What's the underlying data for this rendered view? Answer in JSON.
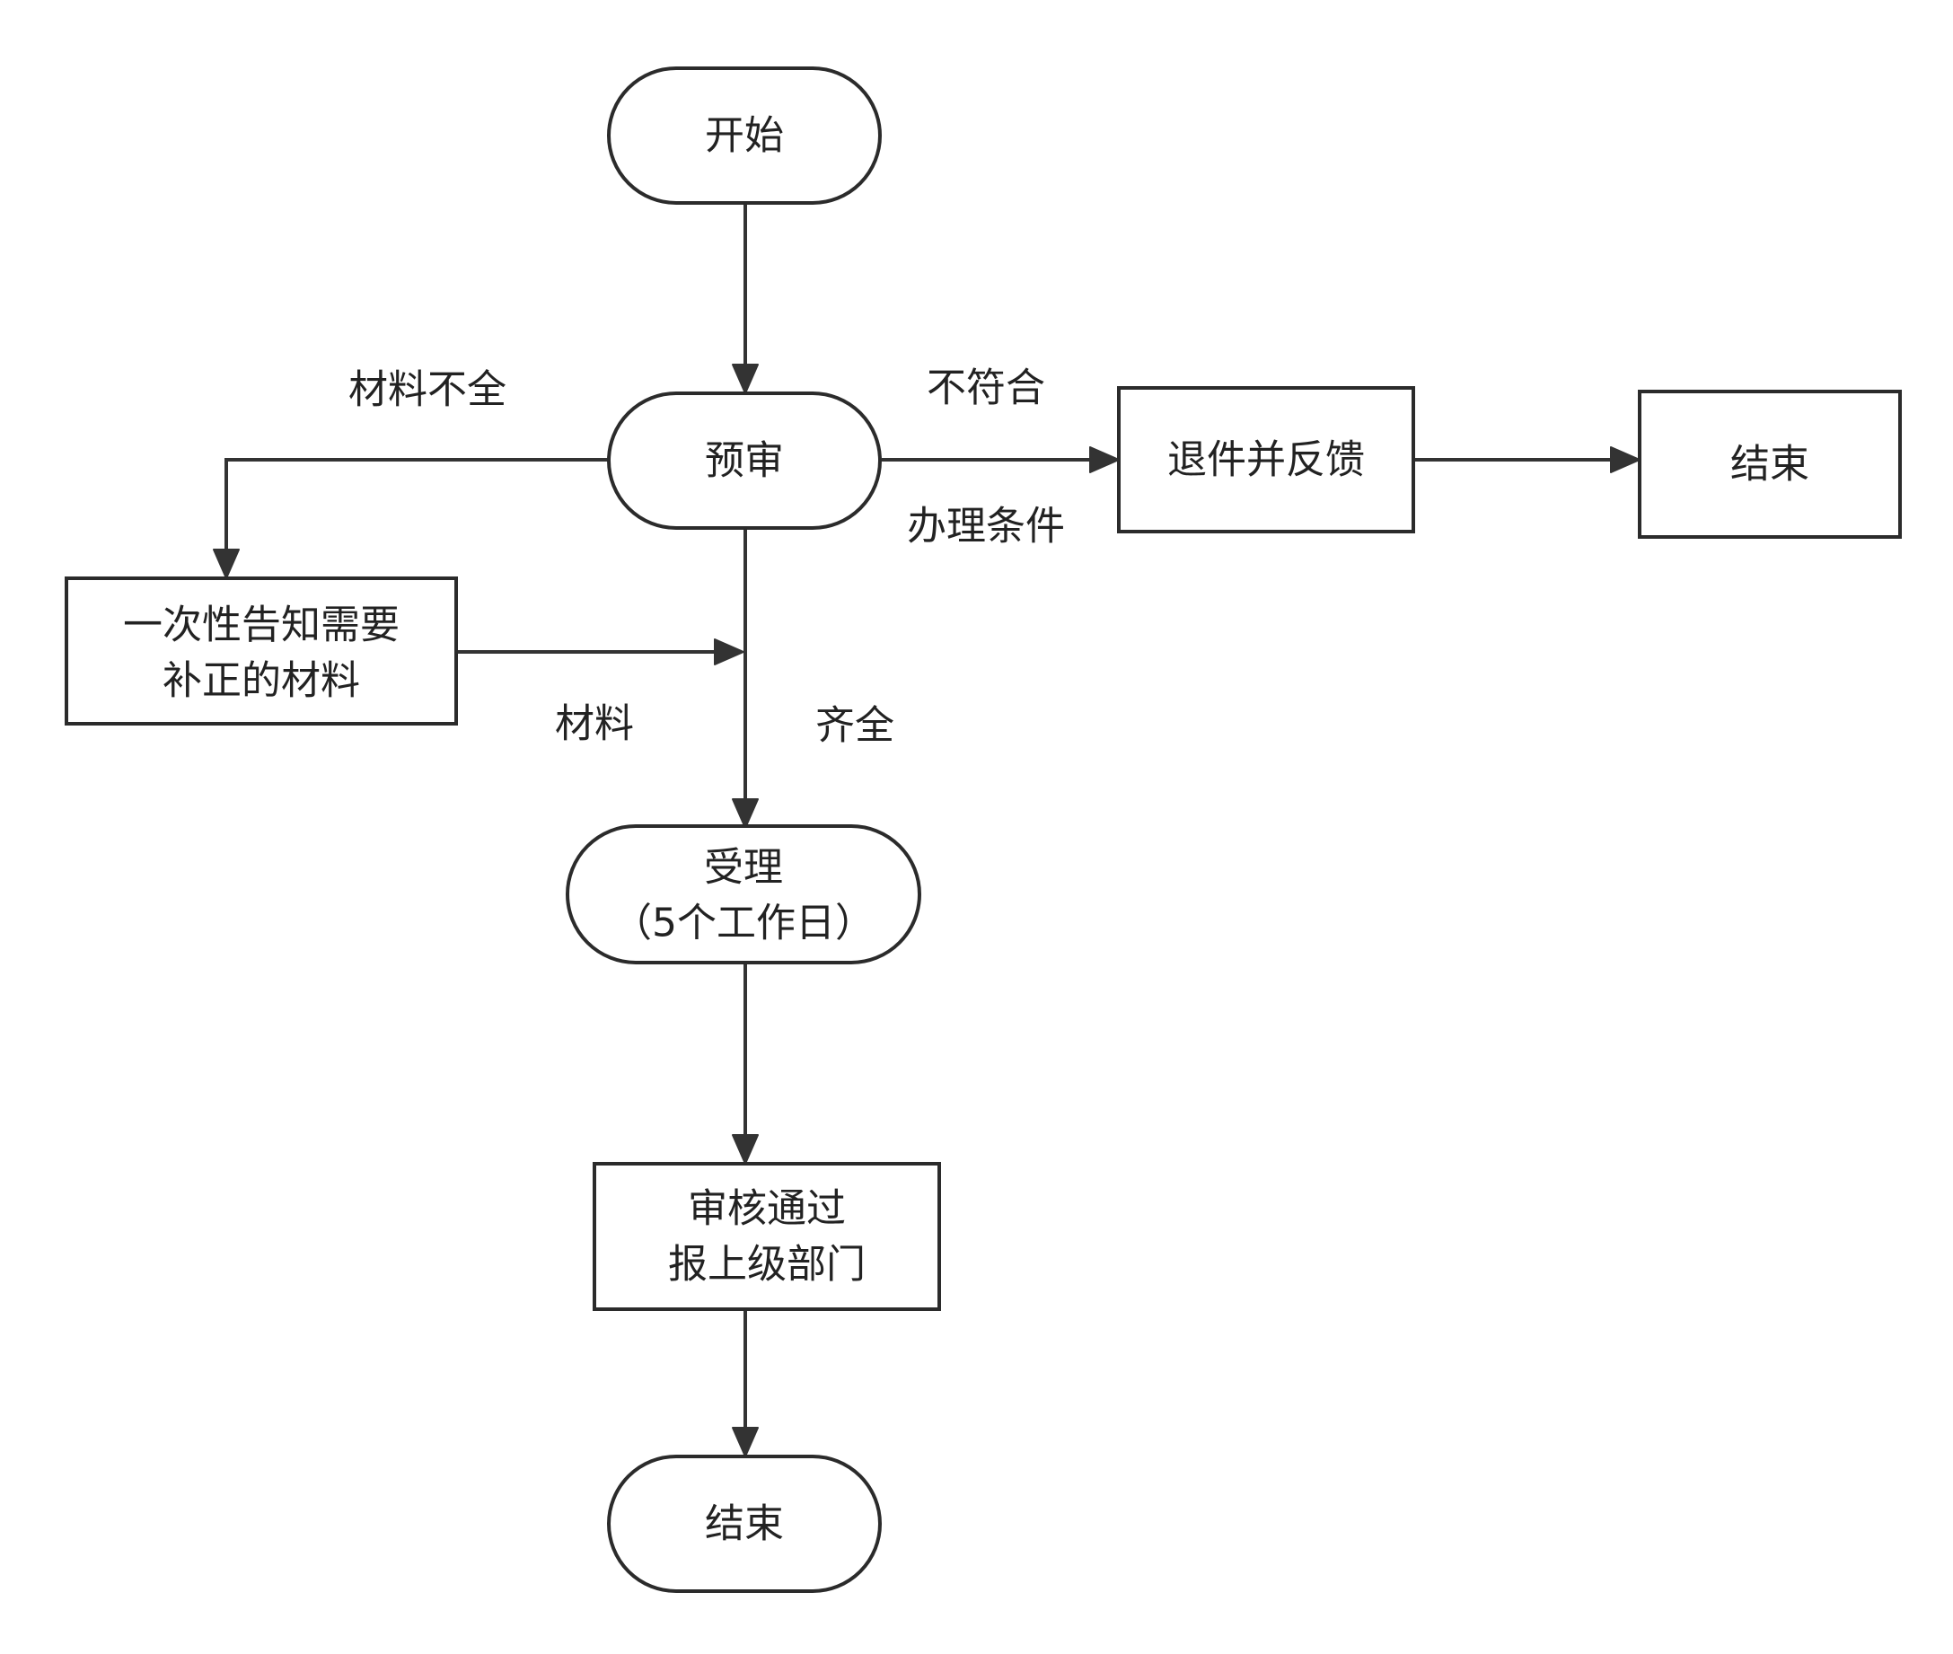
{
  "nodes": {
    "start": {
      "shape": "terminal",
      "lines": [
        "开始"
      ]
    },
    "pre_review": {
      "shape": "terminal",
      "lines": [
        "预审"
      ]
    },
    "return_feedback": {
      "shape": "process",
      "lines": [
        "退件并反馈"
      ]
    },
    "end_right": {
      "shape": "process",
      "lines": [
        "结束"
      ]
    },
    "notify_supplement": {
      "shape": "process",
      "lines": [
        "一次性告知需要",
        "补正的材料"
      ]
    },
    "accept": {
      "shape": "terminal",
      "lines": [
        "受理",
        "（5个工作日）"
      ]
    },
    "approved_report": {
      "shape": "process",
      "lines": [
        "审核通过",
        "报上级部门"
      ]
    },
    "end_bottom": {
      "shape": "terminal",
      "lines": [
        "结束"
      ]
    }
  },
  "edge_labels": {
    "incomplete": "材料不全",
    "not_meet_1": "不符合",
    "not_meet_2": "办理条件",
    "materials": "材料",
    "complete": "齐全"
  },
  "colors": {
    "stroke": "#2b2b2b",
    "text": "#222222",
    "background": "#ffffff"
  }
}
